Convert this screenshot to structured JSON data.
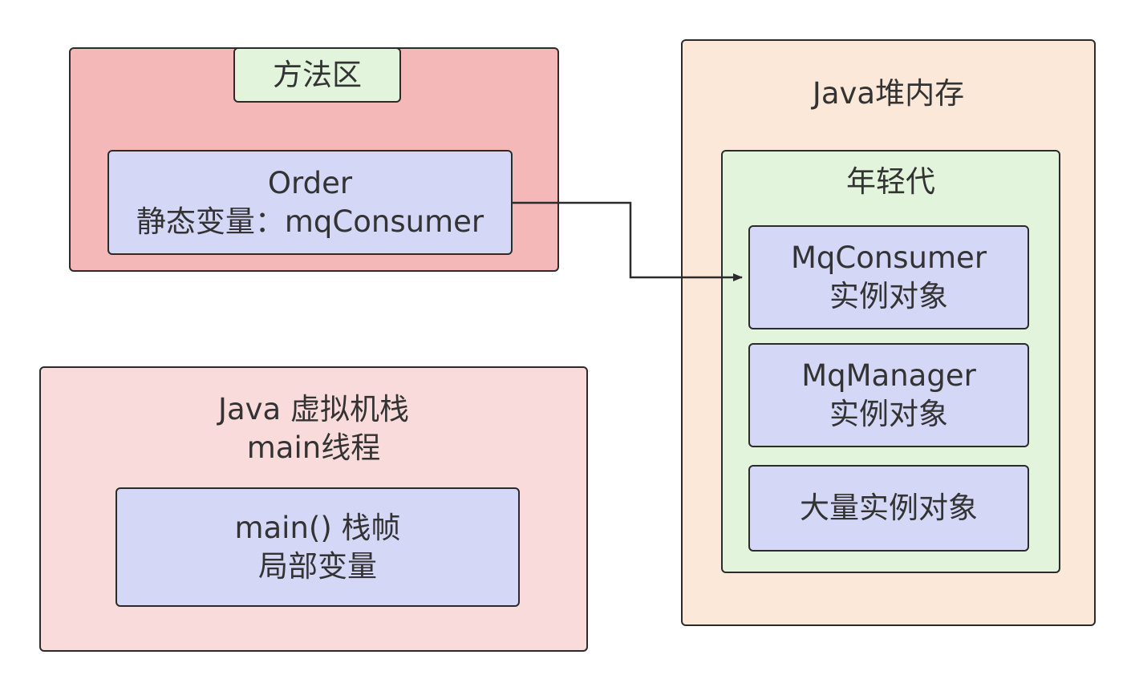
{
  "method_area": {
    "title": "方法区",
    "order": {
      "name": "Order",
      "field": "静态变量：mqConsumer"
    }
  },
  "jvm_stack": {
    "title_line1": "Java 虚拟机栈",
    "title_line2": "main线程",
    "frame": {
      "line1": "main() 栈帧",
      "line2": "局部变量"
    }
  },
  "heap": {
    "title": "Java堆内存",
    "young_gen": {
      "title": "年轻代",
      "objects": [
        {
          "line1": "MqConsumer",
          "line2": "实例对象"
        },
        {
          "line1": "MqManager",
          "line2": "实例对象"
        },
        {
          "line1": "大量实例对象"
        }
      ]
    }
  },
  "colors": {
    "method_area": "#f4b8b8",
    "tag": "#e3f4dd",
    "object": "#d4d7f6",
    "jvm_stack": "#f9dbdb",
    "heap": "#fbe8d8",
    "young_gen": "#e3f4dd",
    "stroke": "#2b2b2b"
  }
}
